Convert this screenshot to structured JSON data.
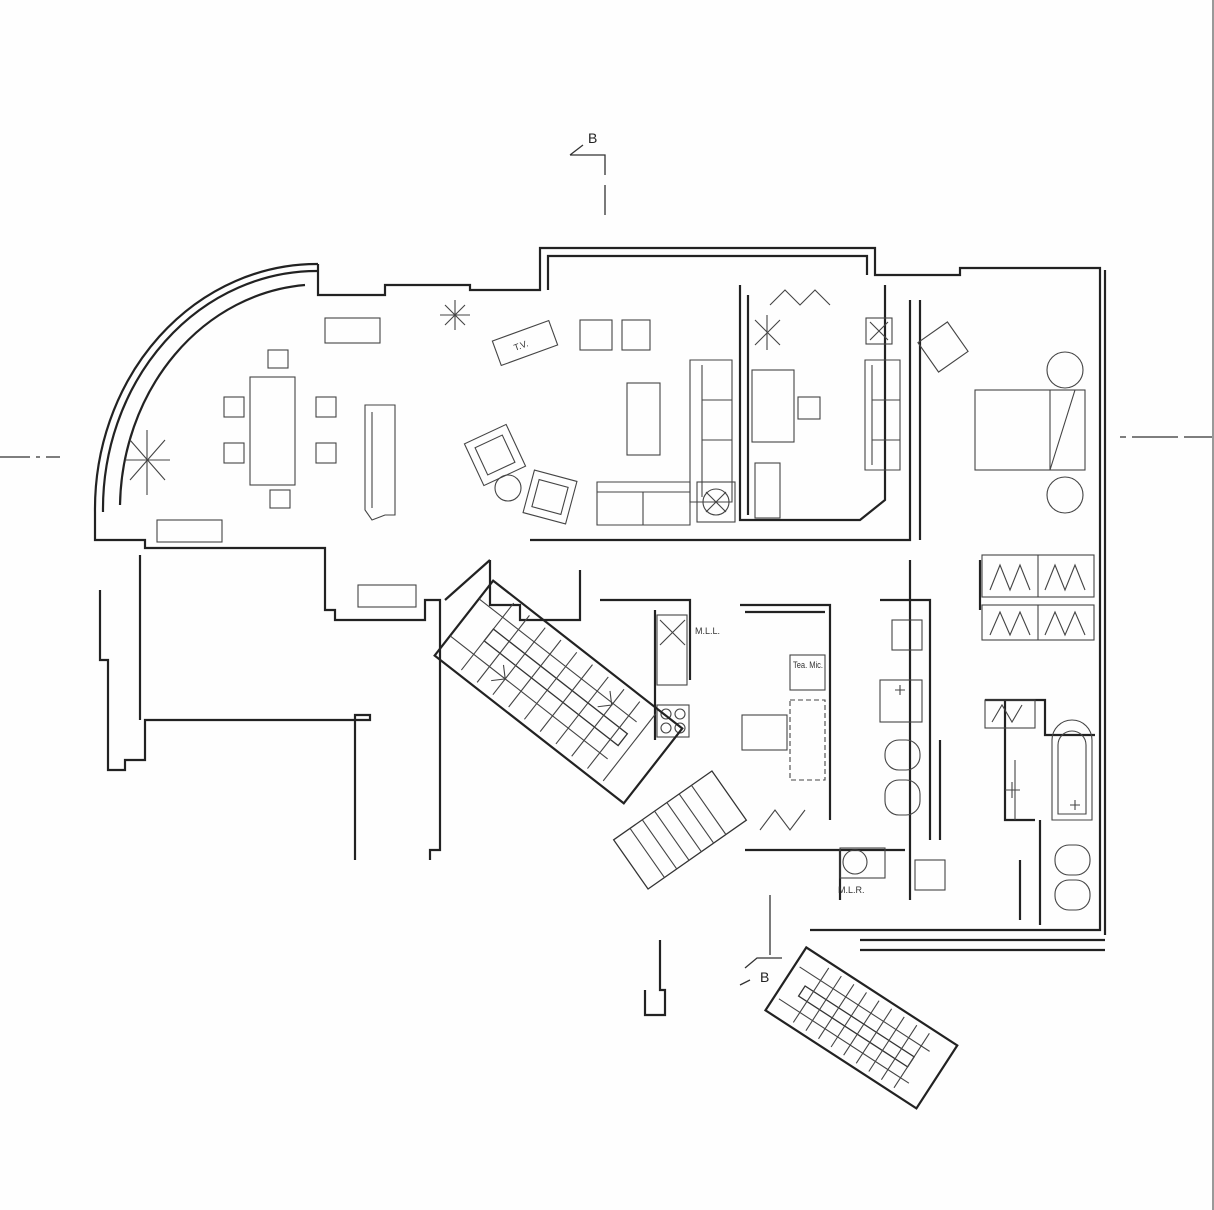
{
  "drawing": {
    "section_marks": {
      "top": "B",
      "bottom": "B"
    },
    "labels": {
      "tv": "T.V.",
      "laundry": "M.L.L.",
      "appliance": "Tea. Mic.",
      "utility": "M.L.R."
    }
  }
}
